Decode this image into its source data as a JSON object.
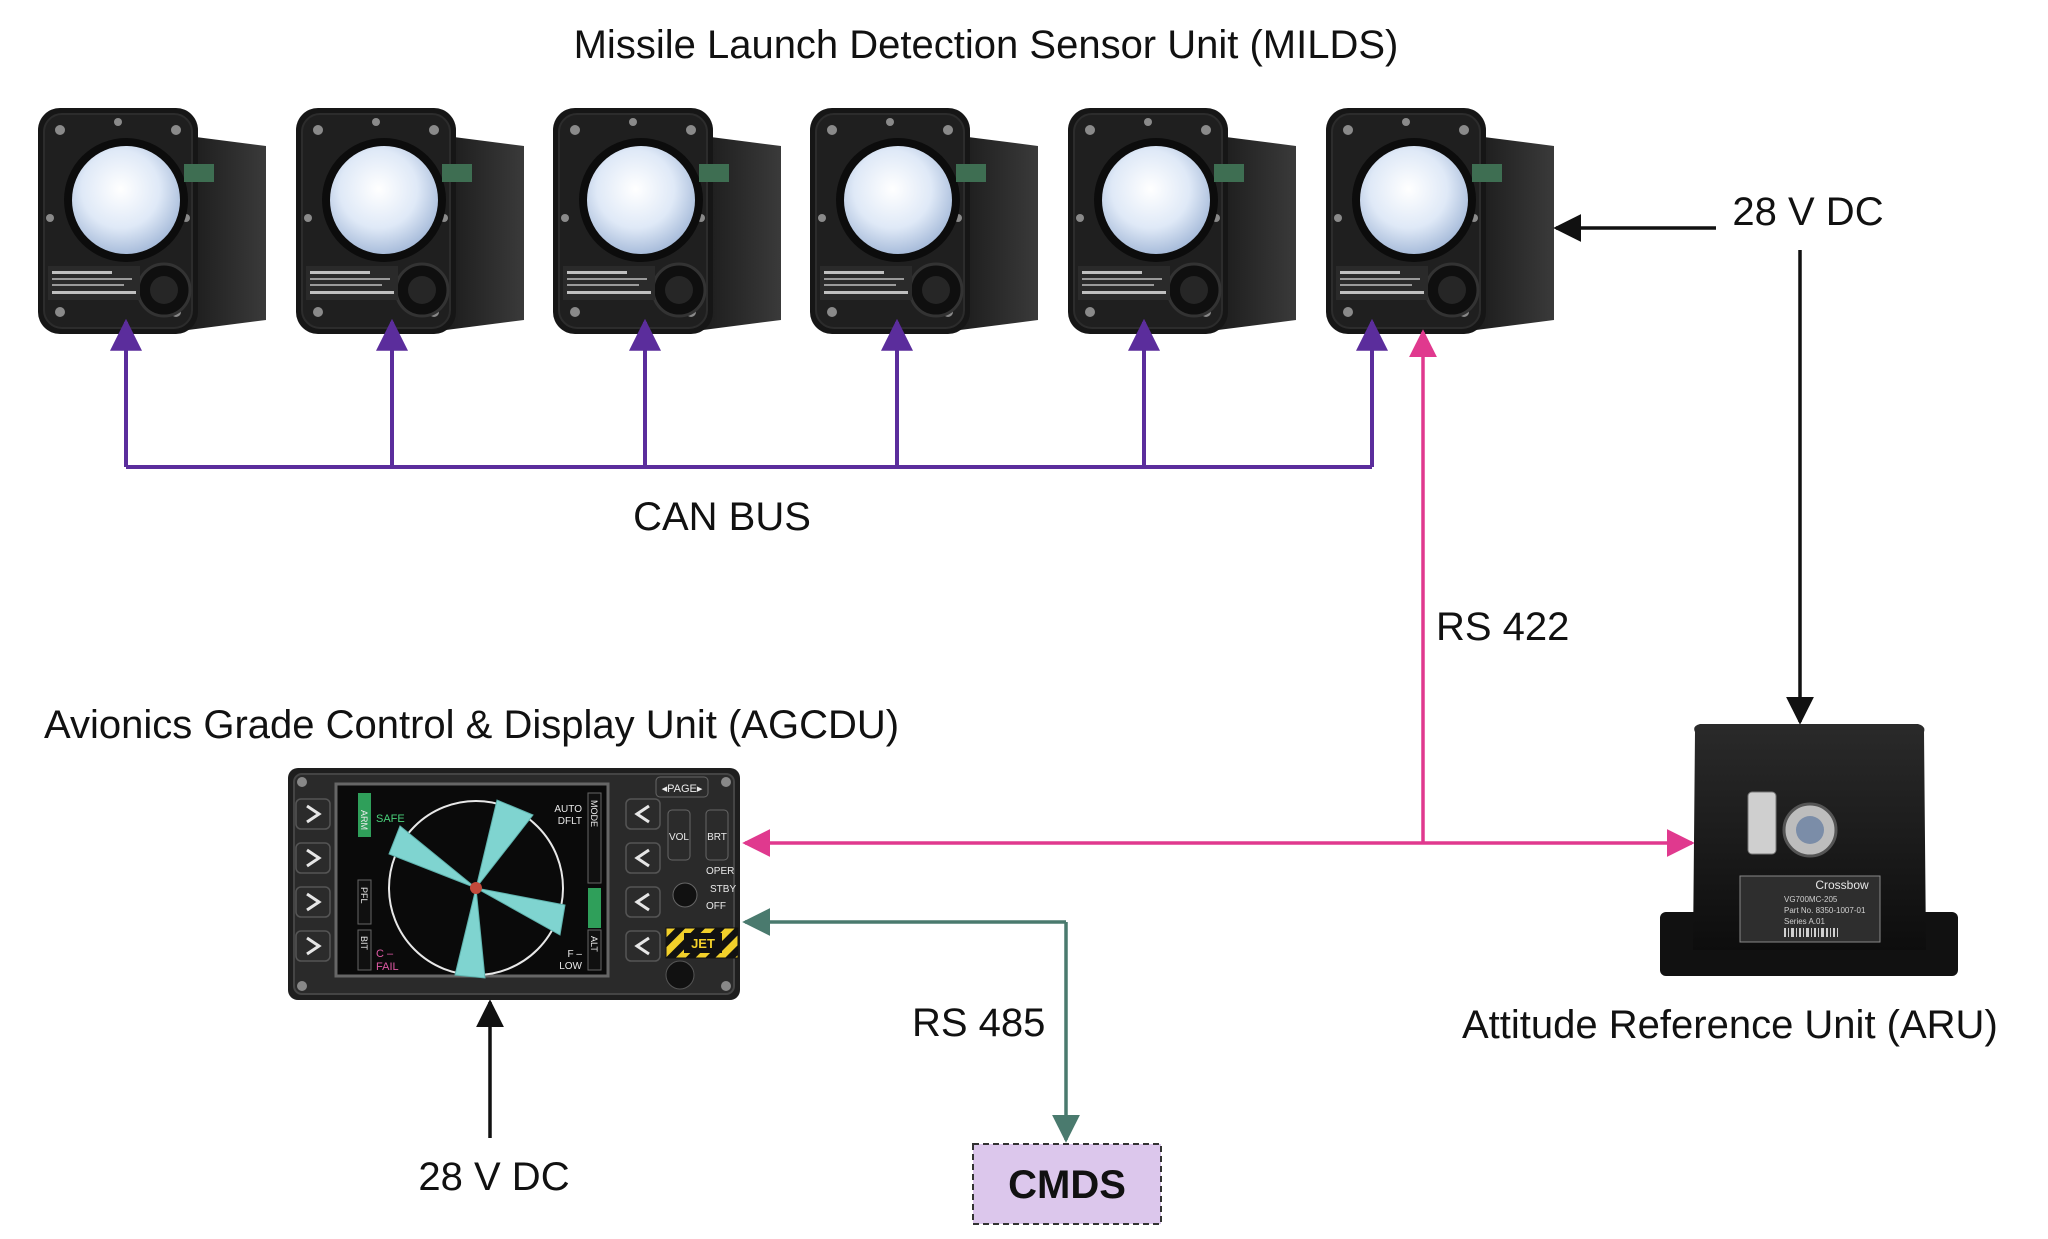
{
  "title": "Missile Launch Detection Sensor Unit (MILDS)",
  "labels": {
    "can_bus": "CAN BUS",
    "power_top": "28 V DC",
    "power_bottom": "28 V DC",
    "rs422": "RS 422",
    "rs485": "RS 485",
    "agcdu": "Avionics Grade Control & Display Unit (AGCDU)",
    "aru": "Attitude Reference Unit (ARU)",
    "cmds": "CMDS"
  },
  "agcdu_screen": {
    "page": "◂PAGE▸",
    "left_tabs": [
      "ARM",
      "PFL",
      "BIT"
    ],
    "safe": "SAFE",
    "auto": "AUTO",
    "dflt": "DFLT",
    "c_fail": "C –",
    "fail": "FAIL",
    "f_low": "F –",
    "low": "LOW",
    "right_tabs": [
      "MODE",
      "ALT"
    ],
    "vol": "VOL",
    "brt": "BRT",
    "oper": "OPER",
    "stby": "STBY",
    "off": "OFF",
    "jet": "JET"
  },
  "aru_device": {
    "brand": "Crossbow",
    "model": "VG700MC-205",
    "part": "Part No.  8350-1007-01",
    "series": "Series  A.01"
  },
  "colors": {
    "can_bus": "#5b2d9c",
    "rs422": "#e0398e",
    "rs485": "#4a7a6e",
    "power": "#111111",
    "cmds_fill": "#dcc7ec"
  }
}
